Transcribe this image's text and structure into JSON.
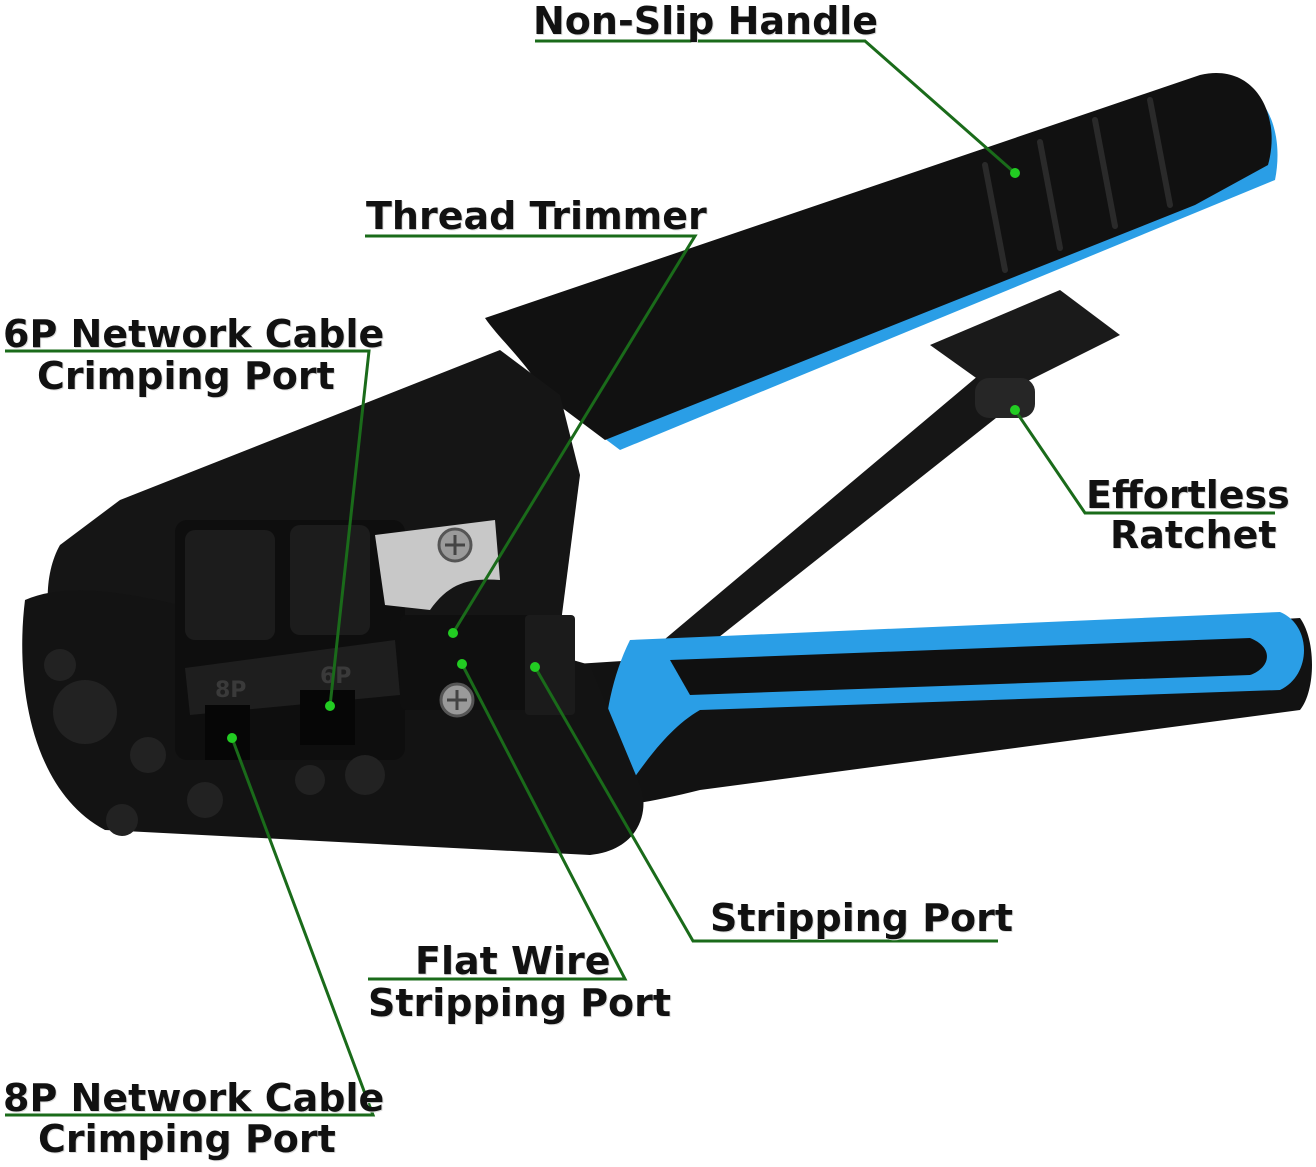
{
  "labels": {
    "non_slip_handle": "Non-Slip Handle",
    "thread_trimmer": "Thread Trimmer",
    "six_p_line1": "6P Network Cable",
    "six_p_line2": "Crimping Port",
    "effortless_line1": "Effortless",
    "effortless_line2": "Ratchet",
    "stripping_port": "Stripping Port",
    "flat_wire_line1": "Flat Wire",
    "flat_wire_line2": "Stripping Port",
    "eight_p_line1": "8P Network Cable",
    "eight_p_line2": "Crimping Port"
  },
  "tool_markings": {
    "port_8p": "8P",
    "port_6p": "6P"
  },
  "colors": {
    "leader": "#1a6b1a",
    "dot": "#22cc22",
    "handle_black": "#121212",
    "handle_blue": "#2a9ee6",
    "blade": "#c8c8c8"
  }
}
